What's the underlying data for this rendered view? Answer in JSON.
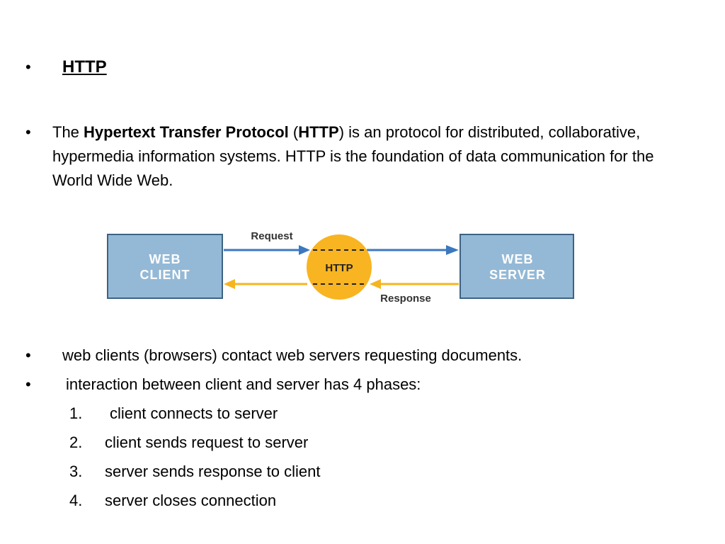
{
  "slide": {
    "bullet_symbol": "•",
    "heading": "HTTP",
    "intro": {
      "pre": "The ",
      "term": "Hypertext Transfer Protocol",
      "paren_open": " (",
      "abbr": "HTTP",
      "paren_close": ")",
      "rest": " is an protocol for distributed, collaborative, hypermedia information systems. HTTP is the foundation of data communication for the World Wide Web."
    },
    "diagram": {
      "client_line1": "WEB",
      "client_line2": "CLIENT",
      "server_line1": "WEB",
      "server_line2": "SERVER",
      "center_label": "HTTP",
      "request_label": "Request",
      "response_label": "Response",
      "colors": {
        "box_fill": "#94b9d6",
        "box_stroke": "#3d6283",
        "request_arrow": "#3b78c0",
        "response_arrow": "#f5b51f",
        "circle_fill": "#f8b421"
      }
    },
    "bullets": [
      "web clients (browsers) contact web servers requesting documents.",
      "interaction between client and server has 4 phases:"
    ],
    "phases": [
      {
        "num": "1.",
        "text": "client connects to server"
      },
      {
        "num": "2.",
        "text": "client sends request to server"
      },
      {
        "num": "3.",
        "text": "server sends response to client"
      },
      {
        "num": "4.",
        "text": "server closes connection"
      }
    ]
  }
}
